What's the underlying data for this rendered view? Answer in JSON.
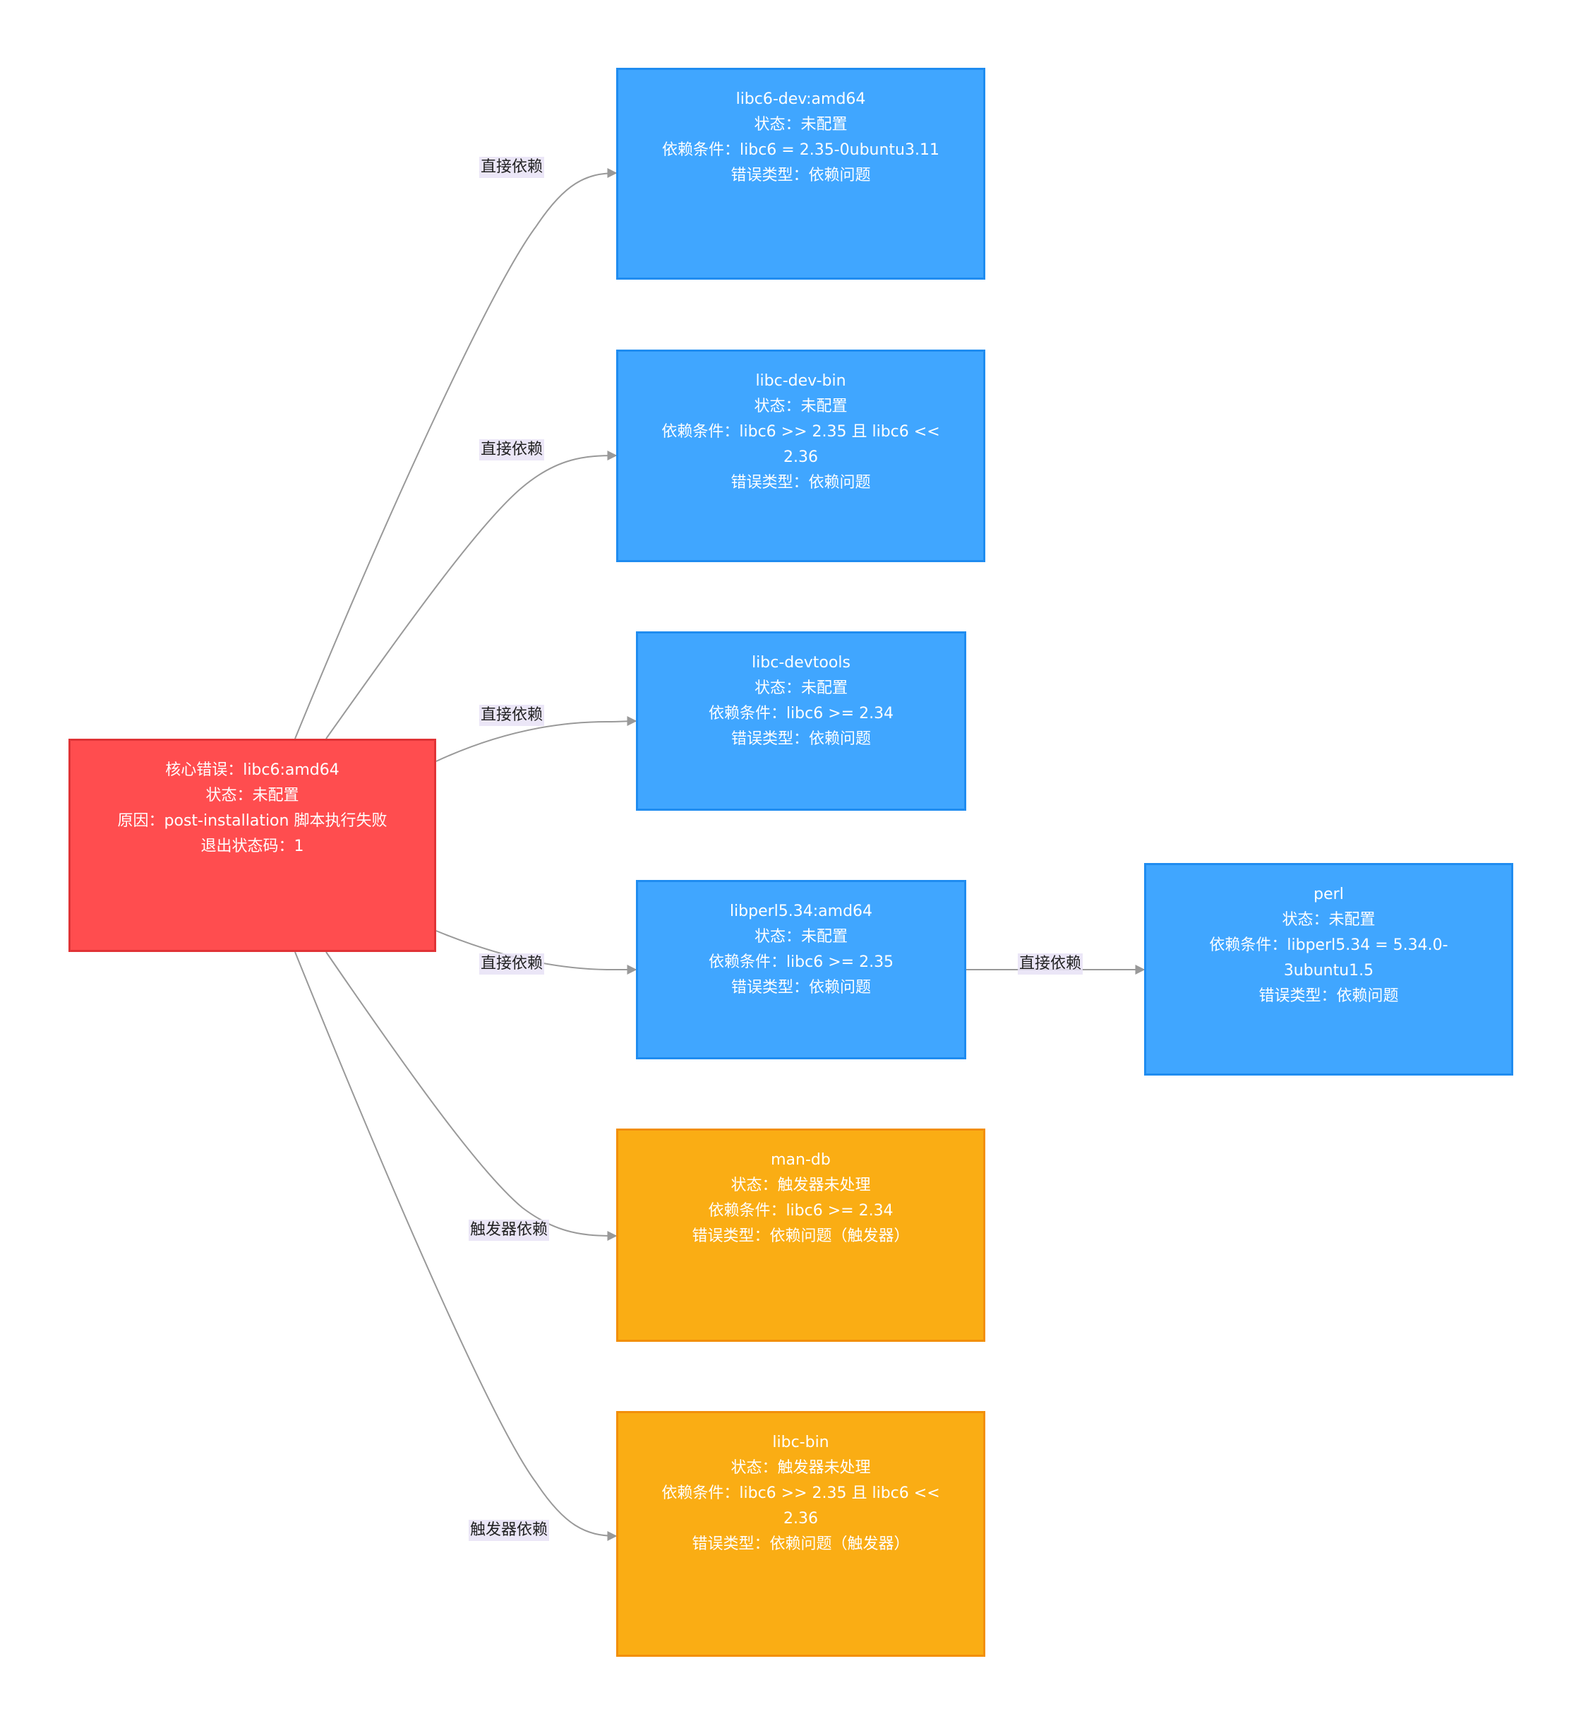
{
  "nodes": {
    "core": [
      "核心错误：libc6:amd64",
      "状态：未配置",
      "原因：post-installation 脚本执行失败",
      "退出状态码：1"
    ],
    "libc6dev": [
      "libc6-dev:amd64",
      "状态：未配置",
      "依赖条件：libc6 = 2.35-0ubuntu3.11",
      "错误类型：依赖问题"
    ],
    "libcdevbin": [
      "libc-dev-bin",
      "状态：未配置",
      "依赖条件：libc6 >> 2.35 且 libc6 <<",
      "2.36",
      "错误类型：依赖问题"
    ],
    "devtools": [
      "libc-devtools",
      "状态：未配置",
      "依赖条件：libc6 >= 2.34",
      "错误类型：依赖问题"
    ],
    "libperl": [
      "libperl5.34:amd64",
      "状态：未配置",
      "依赖条件：libc6 >= 2.35",
      "错误类型：依赖问题"
    ],
    "perl": [
      "perl",
      "状态：未配置",
      "依赖条件：libperl5.34 = 5.34.0-",
      "3ubuntu1.5",
      "错误类型：依赖问题"
    ],
    "mandb": [
      "man-db",
      "状态：触发器未处理",
      "依赖条件：libc6 >= 2.34",
      "错误类型：依赖问题（触发器）"
    ],
    "libcbin": [
      "libc-bin",
      "状态：触发器未处理",
      "依赖条件：libc6 >> 2.35 且 libc6 <<",
      "2.36",
      "错误类型：依赖问题（触发器）"
    ]
  },
  "edges": {
    "e1": "直接依赖",
    "e2": "直接依赖",
    "e3": "直接依赖",
    "e4": "直接依赖",
    "e5": "直接依赖",
    "e6": "触发器依赖",
    "e7": "触发器依赖"
  },
  "colors": {
    "core_fill": "#FF4D4F",
    "dependency_fill": "#40A6FF",
    "trigger_fill": "#FAAD14",
    "edge": "#999999"
  }
}
